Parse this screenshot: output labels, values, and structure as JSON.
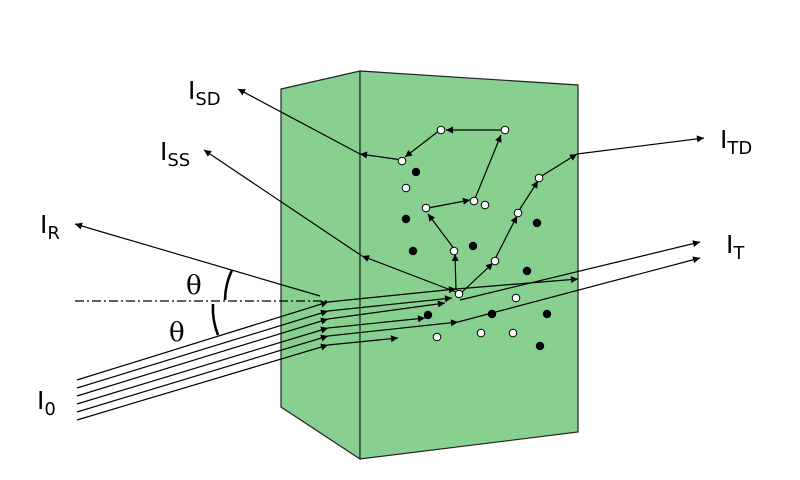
{
  "colors": {
    "medium_fill": "#88d090",
    "medium_stroke": "#222222",
    "line": "#000000",
    "scatterer_dark": "#000000",
    "scatterer_light": "#ffffff"
  },
  "labels": {
    "incident": {
      "base": "I",
      "sub": "0"
    },
    "reflected": {
      "base": "I",
      "sub": "R"
    },
    "transmitted": {
      "base": "I",
      "sub": "T"
    },
    "single_scattered": {
      "base": "I",
      "sub": "SS"
    },
    "scattered_diffuse": {
      "base": "I",
      "sub": "SD"
    },
    "transmitted_diffuse": {
      "base": "I",
      "sub": "TD"
    },
    "angle_upper": "θ",
    "angle_lower": "θ"
  },
  "icons": {
    "arrowhead": "arrowhead-icon",
    "scatterer": "circle-dot"
  }
}
